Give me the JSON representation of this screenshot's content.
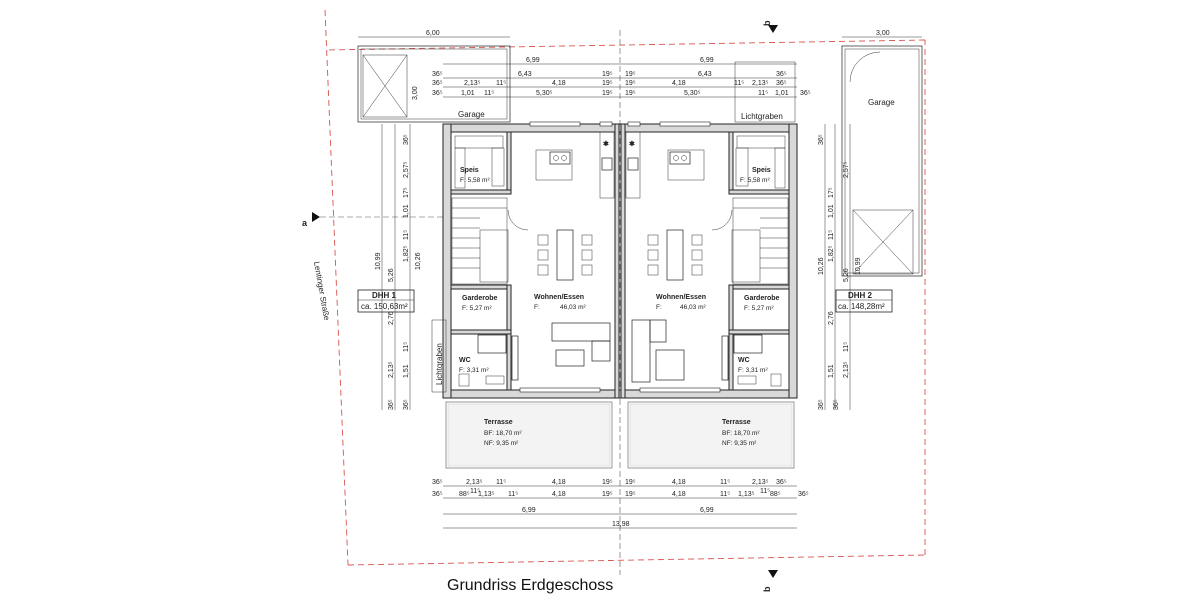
{
  "title": "Grundriss Erdgeschoss",
  "street": "Lentinger Straße",
  "section_markers": {
    "a": "a",
    "b": "b"
  },
  "houses": [
    {
      "name": "DHH 1",
      "area": "ca. 150,63m²"
    },
    {
      "name": "DHH 2",
      "area": "ca. 148,28m²"
    }
  ],
  "rooms": {
    "garage": "Garage",
    "lichtgraben": "Lichtgraben",
    "speis": {
      "name": "Speis",
      "area": "F: 5,58 m²"
    },
    "wohnen": {
      "name": "Wohnen/Essen",
      "area_label": "F:",
      "area_value": "46,03 m²"
    },
    "garderobe": {
      "name": "Garderobe",
      "area": "F: 5,27 m²"
    },
    "wc": {
      "name": "WC",
      "area": "F: 3,31 m²"
    },
    "terrasse": {
      "name": "Terrasse",
      "bf": "BF: 18,70 m²",
      "nf": "NF: 9,35 m²"
    }
  },
  "dims_top": {
    "garage_left": "6,00",
    "garage_right": "3,00",
    "half": "6,99",
    "garage_height": "3,00",
    "row2": [
      "36⁵",
      "6,43",
      "19⁵",
      "19⁵",
      "6,43",
      "36⁵"
    ],
    "row3": [
      "36⁵",
      "2,13⁵",
      "11⁵",
      "4,18",
      "19⁵",
      "19⁵",
      "4,18",
      "11⁵",
      "2,13⁵",
      "36⁵"
    ],
    "row4": [
      "36⁵",
      "1,01",
      "11⁵",
      "5,30⁵",
      "19⁵",
      "19⁵",
      "5,30⁵",
      "11⁵",
      "1,01",
      "36⁵"
    ]
  },
  "dims_bottom": {
    "row1": [
      "36⁵",
      "2,13⁵",
      "11⁵",
      "4,18",
      "19⁵",
      "19⁵",
      "4,18",
      "11⁵",
      "2,13⁵",
      "36⁵"
    ],
    "row1_sub": [
      "11⁵",
      "11⁵"
    ],
    "row2": [
      "36⁵",
      "88⁵",
      "1,13⁵",
      "11⁵",
      "4,18",
      "19⁵",
      "19⁵",
      "4,18",
      "11⁵",
      "1,13⁵",
      "88⁵",
      "36⁵"
    ],
    "half": "6,99",
    "total": "13,98"
  },
  "dims_side": {
    "left": [
      "36⁵",
      "2,57⁵",
      "17⁵",
      "1,01",
      "11⁵",
      "1,82⁵",
      "5,26",
      "2,76",
      "11⁵",
      "1,51",
      "2,13⁵",
      "36⁵",
      "36⁵"
    ],
    "left_outer": [
      "10,99",
      "10,26"
    ],
    "right": [
      "36⁵",
      "2,57⁵",
      "17⁵",
      "1,01",
      "11⁵",
      "1,82⁵",
      "5,26",
      "2,76",
      "11⁵",
      "1,51",
      "2,13⁵",
      "36⁵",
      "36⁵"
    ],
    "right_outer": [
      "10,26",
      "10,99"
    ]
  }
}
